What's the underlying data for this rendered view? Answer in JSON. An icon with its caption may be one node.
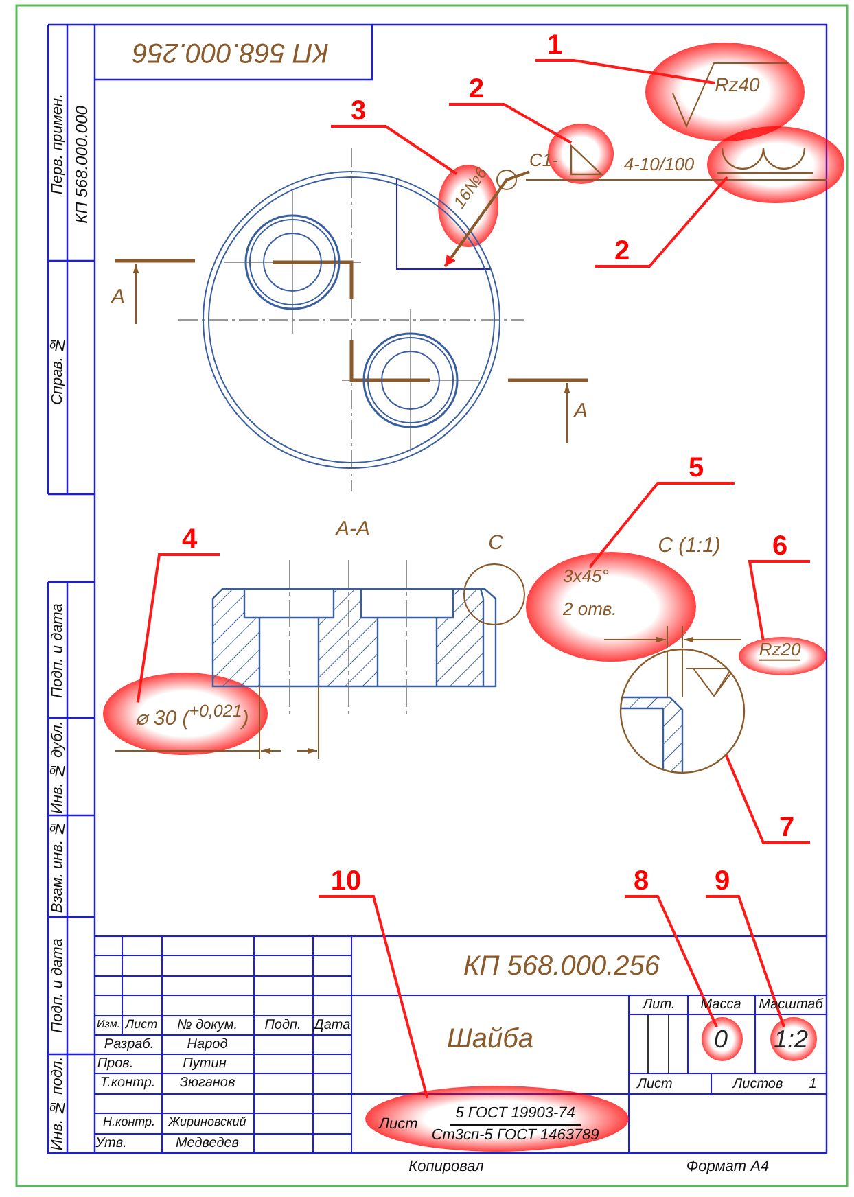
{
  "diagram": {
    "nodes": [
      {
        "text": [
          "1"
        ]
      },
      {
        "text": [
          "Rz40"
        ]
      },
      {
        "text": [
          "2"
        ]
      },
      {
        "text": [],
        "shape": "triangle"
      },
      {
        "text": [
          "2"
        ]
      },
      {
        "text": [],
        "shape": "picture"
      },
      {
        "text": [
          "3"
        ]
      },
      {
        "text": [
          "16№6"
        ]
      },
      {
        "text": [
          "4"
        ]
      },
      {
        "text": [
          "⌀ 30 ($^{+0,021}$)"
        ]
      },
      {
        "text": [
          "5"
        ]
      },
      {
        "text": [
          "3x45°",
          "2 отв."
        ]
      },
      {
        "text": [
          "6"
        ]
      },
      {
        "text": [
          "Rz20"
        ]
      },
      {
        "text": [
          "7"
        ]
      },
      {
        "text": [],
        "shape": "circle"
      },
      {
        "text": [
          "8"
        ]
      },
      {
        "text": [
          "0"
        ]
      },
      {
        "text": [
          "9"
        ]
      },
      {
        "text": [
          "1:2"
        ]
      },
      {
        "text": [
          "10"
        ]
      },
      {
        "text": [
          "Лист",
          "5 ГОСТ 19903-74",
          "Ст3сп-5 ГОСТ 1463789"
        ]
      },
      {
        "text": [
          "C1-"
        ]
      },
      {
        "text": [],
        "shape": "picture"
      }
    ],
    "edges": [
      {
        "from": 0,
        "to": 1,
        "arrow": "none"
      },
      {
        "from": 2,
        "to": 3,
        "arrow": "none"
      },
      {
        "from": 4,
        "to": 5,
        "arrow": "none"
      },
      {
        "from": 6,
        "to": 7,
        "arrow": "none"
      },
      {
        "from": 8,
        "to": 9,
        "arrow": "none"
      },
      {
        "from": 10,
        "to": 11,
        "arrow": "none"
      },
      {
        "from": 12,
        "to": 13,
        "arrow": "none"
      },
      {
        "from": 14,
        "to": 15,
        "arrow": "none"
      },
      {
        "from": 16,
        "to": 17,
        "arrow": "none"
      },
      {
        "from": 18,
        "to": 19,
        "arrow": "none"
      },
      {
        "from": 20,
        "to": 21,
        "arrow": "none"
      },
      {
        "from": 22,
        "to": 23,
        "arrow": "to",
        "color": "#8b5a2b"
      }
    ],
    "labels": [
      "КП 568.000.256",
      "Перв. примен.",
      "КП 568.000.000",
      "Справ. №",
      "4-10/100",
      "A",
      "A",
      "А-А",
      "C",
      "C (1:1)",
      "Подп. и дата",
      "Инв. № дубл.",
      "Взам. инв. №",
      "Подп. и дата",
      "Инв. № подл.",
      "КП 568.000.256",
      "Изм.",
      "Лист",
      "№ докум.",
      "Подп.",
      "Дата",
      "Разраб.",
      "Народ",
      "Пров.",
      "Путин",
      "Т.контр.",
      "Зюганов",
      "Н.контр.",
      "Жириновский",
      "Утв.",
      "Медведев",
      "Шайба",
      "Лит.",
      "Масса",
      "Масштаб",
      "Лист",
      "Листов",
      "1",
      "Копировал",
      "Формат А4"
    ]
  }
}
